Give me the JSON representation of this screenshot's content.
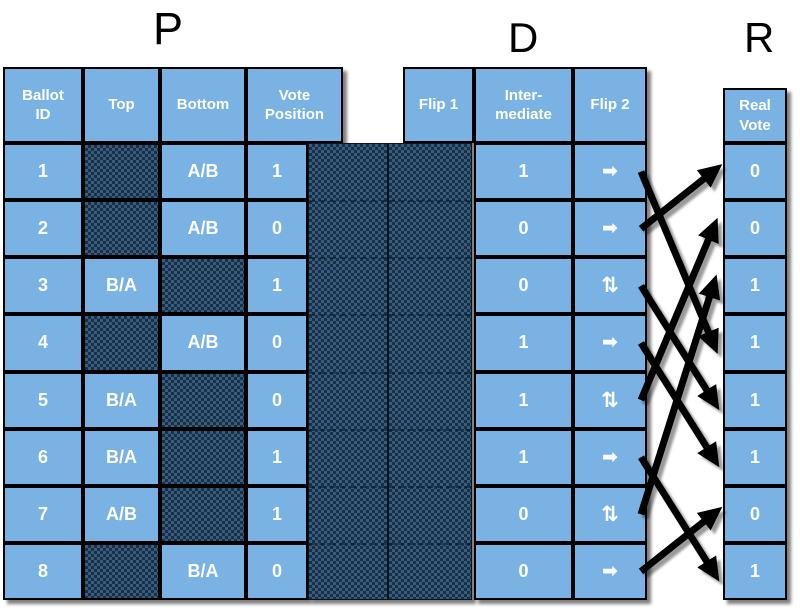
{
  "figure": {
    "p_label": "P",
    "d_label": "D",
    "r_label": "R"
  },
  "p_table": {
    "headers": {
      "ballot_id": "Ballot\nID",
      "top": "Top",
      "bottom": "Bottom",
      "vote_position": "Vote\nPosition"
    },
    "rows": [
      {
        "id": "1",
        "top": null,
        "bottom": "A/B",
        "vote_position": "1"
      },
      {
        "id": "2",
        "top": null,
        "bottom": "A/B",
        "vote_position": "0"
      },
      {
        "id": "3",
        "top": "B/A",
        "bottom": null,
        "vote_position": "1"
      },
      {
        "id": "4",
        "top": null,
        "bottom": "A/B",
        "vote_position": "0"
      },
      {
        "id": "5",
        "top": "B/A",
        "bottom": null,
        "vote_position": "0"
      },
      {
        "id": "6",
        "top": "B/A",
        "bottom": null,
        "vote_position": "1"
      },
      {
        "id": "7",
        "top": "A/B",
        "bottom": null,
        "vote_position": "1"
      },
      {
        "id": "8",
        "top": null,
        "bottom": "B/A",
        "vote_position": "0"
      }
    ]
  },
  "d_table": {
    "headers": {
      "flip1": "Flip 1",
      "intermediate": "Inter-\nmediate",
      "flip2": "Flip 2"
    },
    "rows": [
      {
        "intermediate": "1",
        "flip2": "straight"
      },
      {
        "intermediate": "0",
        "flip2": "straight"
      },
      {
        "intermediate": "0",
        "flip2": "flip"
      },
      {
        "intermediate": "1",
        "flip2": "straight"
      },
      {
        "intermediate": "1",
        "flip2": "flip"
      },
      {
        "intermediate": "1",
        "flip2": "straight"
      },
      {
        "intermediate": "0",
        "flip2": "flip"
      },
      {
        "intermediate": "0",
        "flip2": "straight"
      }
    ]
  },
  "r_table": {
    "header": "Real\nVote",
    "rows": [
      "0",
      "0",
      "1",
      "1",
      "1",
      "1",
      "0",
      "1"
    ]
  },
  "icons": {
    "straight": "➡",
    "flip": "⇅"
  },
  "arrows": {
    "d_to_r": [
      [
        1,
        4
      ],
      [
        2,
        1
      ],
      [
        3,
        5
      ],
      [
        4,
        6
      ],
      [
        5,
        2
      ],
      [
        6,
        8
      ],
      [
        7,
        3
      ],
      [
        8,
        7
      ]
    ]
  },
  "colors": {
    "cell_blue": "#7ab2e4",
    "hatch_base": "#3a5c7a",
    "hatch_dark": "#16304a",
    "border": "#000000",
    "cell_text": "#ffffff",
    "label_text": "#000000",
    "arrow": "#000000"
  }
}
